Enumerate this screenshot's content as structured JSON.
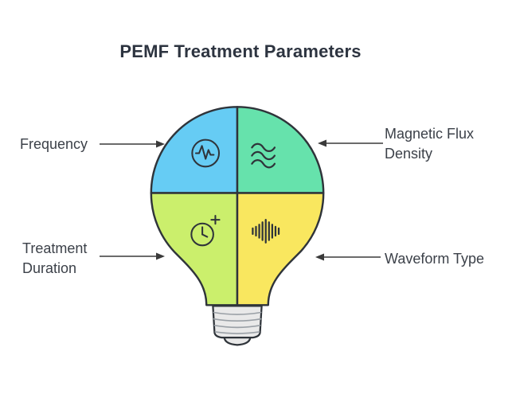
{
  "title": "PEMF Treatment Parameters",
  "diagram": {
    "parameters": [
      {
        "label": "Frequency",
        "quadrant": "top-left",
        "fill": "#66CCF4",
        "icon": "pulse-wave-icon"
      },
      {
        "label": "Magnetic Flux Density",
        "quadrant": "top-right",
        "fill": "#66E2AC",
        "icon": "triple-wave-icon"
      },
      {
        "label": "Treatment Duration",
        "quadrant": "bottom-left",
        "fill": "#CBEF6C",
        "icon": "timer-plus-icon"
      },
      {
        "label": "Waveform Type",
        "quadrant": "bottom-right",
        "fill": "#F9E75F",
        "icon": "waveform-bars-icon"
      }
    ],
    "bulb": {
      "outline": "#2F343A",
      "base_fill": "#E9E9E9",
      "ridge_color": "#9AA0A6"
    },
    "arrow_color": "#3A3A3A"
  }
}
